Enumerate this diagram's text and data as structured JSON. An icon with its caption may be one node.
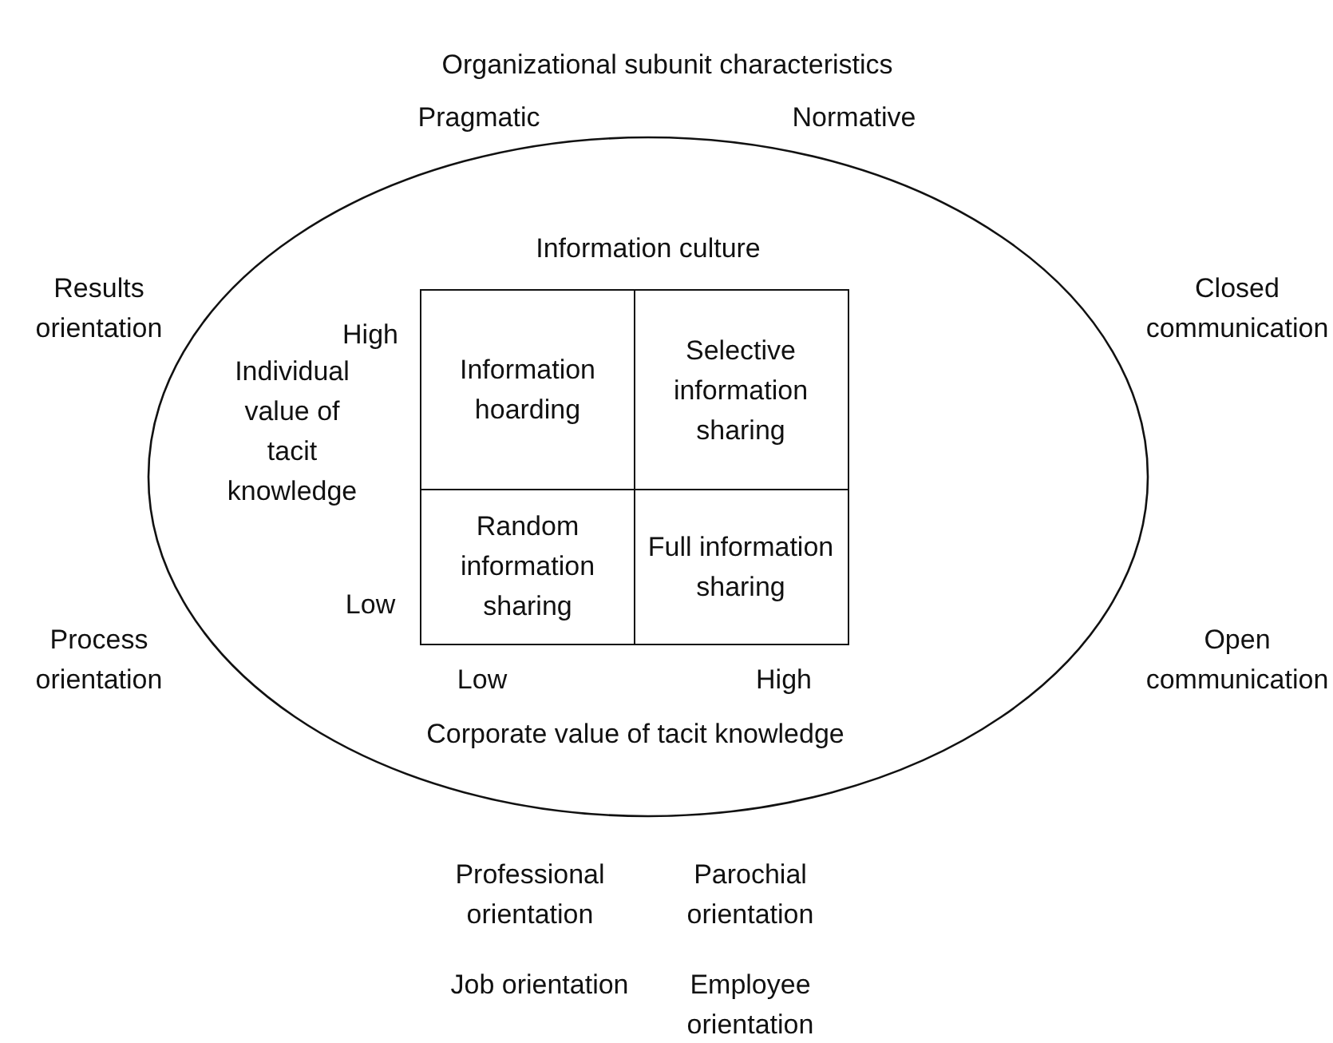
{
  "diagram": {
    "nodes": [
      {
        "text": [
          "Information culture"
        ]
      },
      {
        "text": [
          "Information hoarding"
        ],
        "in": 0
      },
      {
        "text": [
          "Selective information sharing"
        ],
        "in": 0
      },
      {
        "text": [
          "Random information sharing"
        ],
        "in": 0
      },
      {
        "text": [
          "Full information sharing"
        ],
        "in": 0
      }
    ],
    "edges": [],
    "labels": [
      "Organizational subunit characteristics",
      "Pragmatic",
      "Normative",
      "Results orientation",
      "Closed communication",
      "High",
      "Individual value of tacit knowledge",
      "Low",
      "Process orientation",
      "Open communication",
      "Low",
      "High",
      "Corporate value of tacit knowledge",
      "Professional orientation",
      "Parochial orientation",
      "Job orientation",
      "Employee orientation"
    ]
  }
}
